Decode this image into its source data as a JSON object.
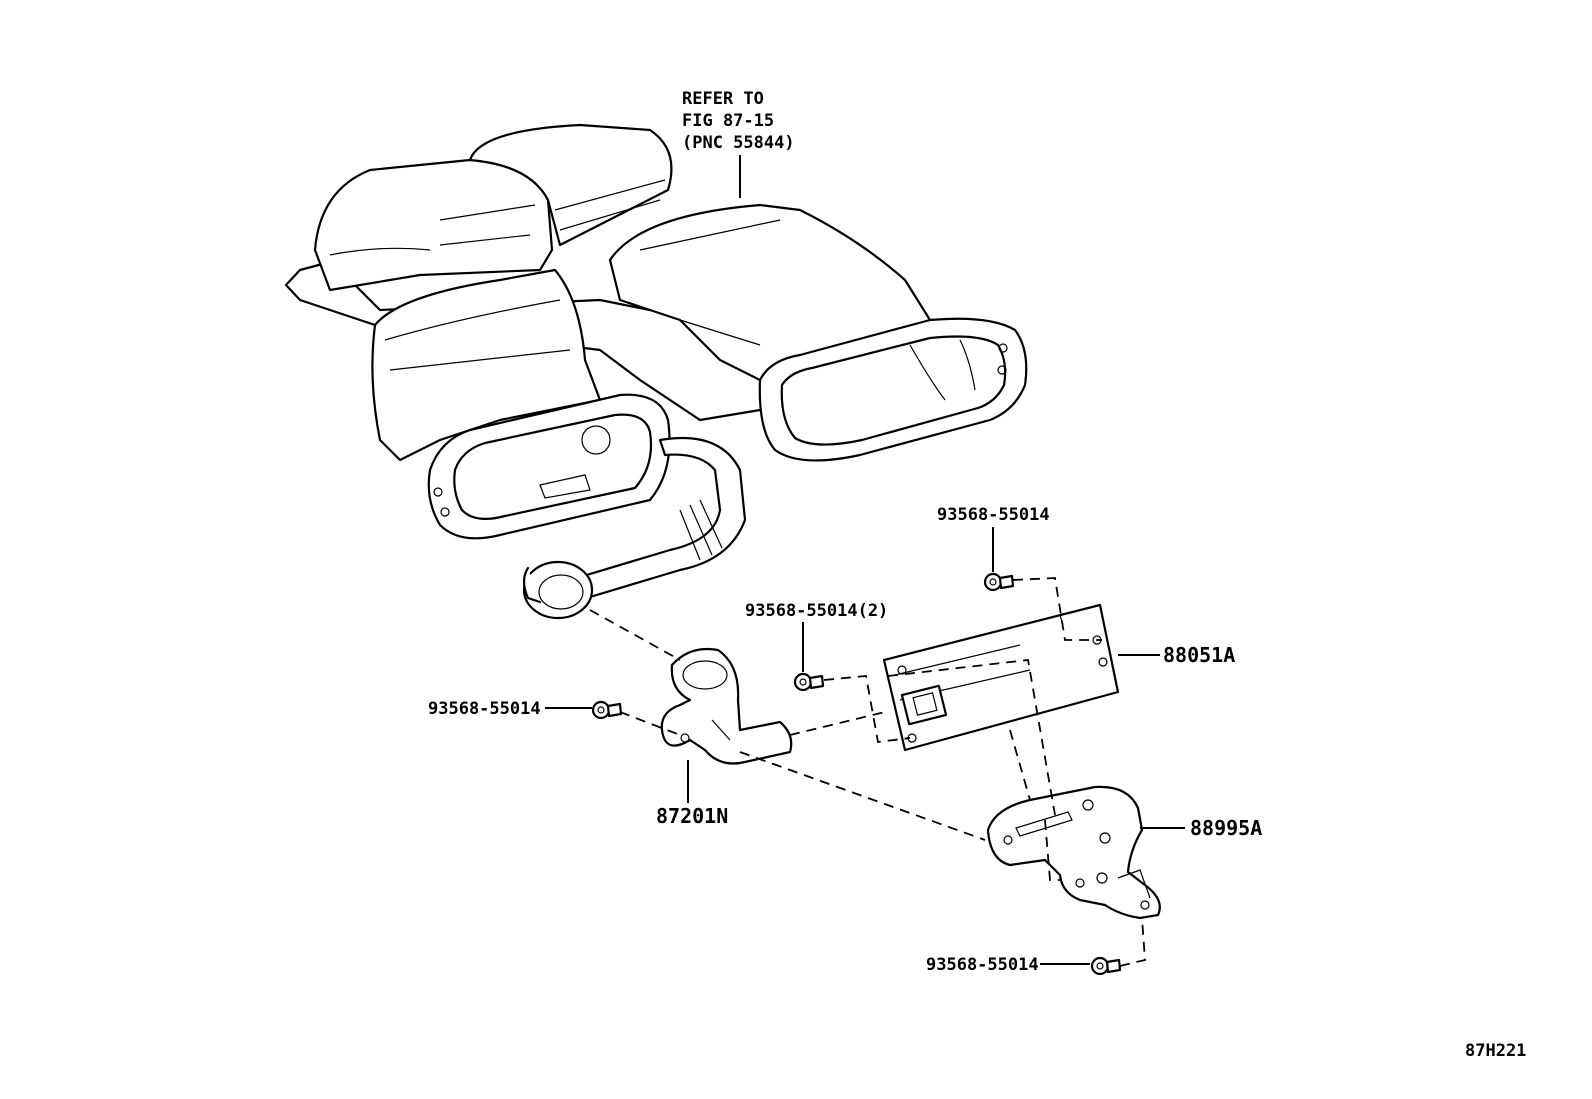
{
  "reference_note": {
    "line1": "REFER TO",
    "line2": "FIG 87-15",
    "line3": "(PNC 55844)"
  },
  "callouts": {
    "bolt_top_right": "93568-55014",
    "bolt_middle": "93568-55014(2)",
    "bolt_left": "93568-55014",
    "bolt_bottom": "93568-55014",
    "harness": "87201N",
    "control_unit": "88051A",
    "bracket": "88995A"
  },
  "figure_code": "87H221"
}
